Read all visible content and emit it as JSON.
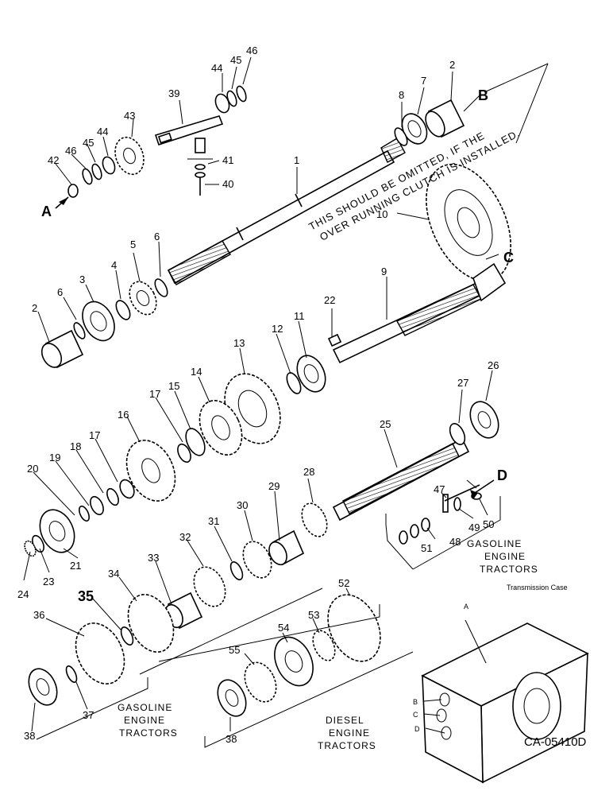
{
  "labels": {
    "1": "1",
    "2a": "2",
    "2b": "2",
    "3": "3",
    "4": "4",
    "5": "5",
    "6a": "6",
    "6b": "6",
    "7": "7",
    "8": "8",
    "9": "9",
    "10": "10",
    "11": "11",
    "12": "12",
    "13": "13",
    "14": "14",
    "15": "15",
    "16": "16",
    "17a": "17",
    "17b": "17",
    "18": "18",
    "19": "19",
    "20": "20",
    "21": "21",
    "22": "22",
    "23": "23",
    "24": "24",
    "25": "25",
    "26": "26",
    "27": "27",
    "28": "28",
    "29": "29",
    "30": "30",
    "31": "31",
    "32": "32",
    "33": "33",
    "34": "34",
    "35": "35",
    "36": "36",
    "37": "37",
    "38a": "38",
    "38b": "38",
    "39": "39",
    "40": "40",
    "41": "41",
    "42": "42",
    "43": "43",
    "44a": "44",
    "44b": "44",
    "45a": "45",
    "45b": "45",
    "46a": "46",
    "46b": "46",
    "47": "47",
    "48": "48",
    "49": "49",
    "50": "50",
    "51": "51",
    "52": "52",
    "53": "53",
    "54": "54",
    "55": "55"
  },
  "callouts": {
    "a": "A",
    "b": "B",
    "c": "C",
    "d": "D"
  },
  "note": {
    "line1": "THIS SHOULD BE OMITTED, IF THE",
    "line2": "OVER RUNNING CLUTCH IS INSTALLED."
  },
  "groups": {
    "gasoline_left": [
      "GASOLINE",
      "ENGINE",
      "TRACTORS"
    ],
    "diesel": [
      "DIESEL",
      "ENGINE",
      "TRACTORS"
    ],
    "gasoline_right": [
      "GASOLINE",
      "ENGINE",
      "TRACTORS"
    ]
  },
  "case": {
    "title": "Transmission Case",
    "a": "A",
    "b": "B",
    "c": "C",
    "d": "D"
  },
  "drawing_code": "CA-05410D"
}
